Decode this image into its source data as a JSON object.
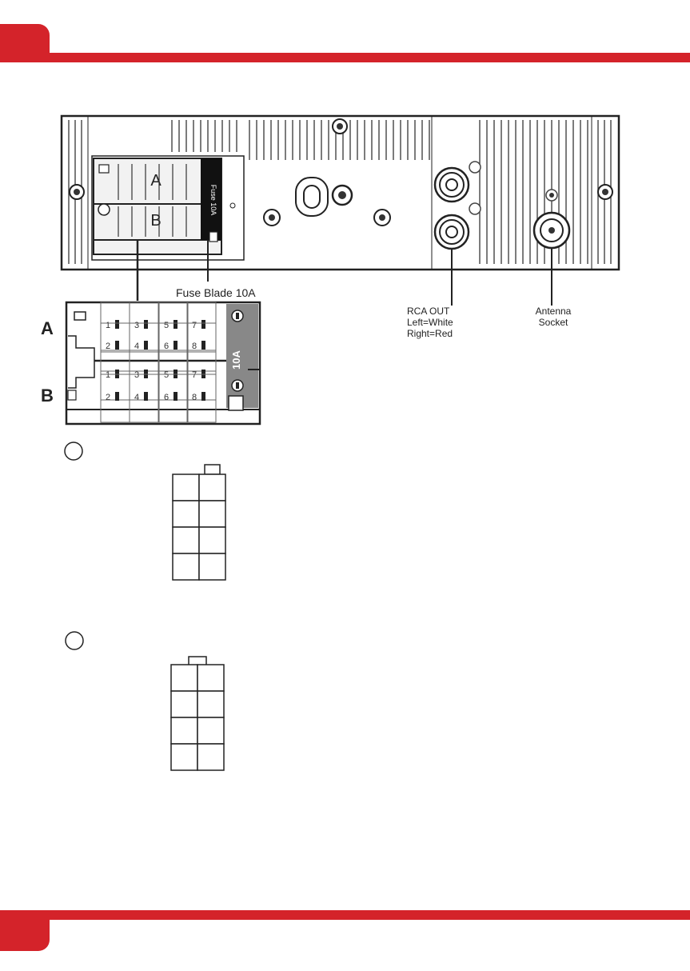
{
  "colors": {
    "brand_red": "#d4232a",
    "line": "#222222",
    "panel_fill": "#eeeeee"
  },
  "labels": {
    "fuse": "Fuse Blade 10A",
    "rca_line1": "RCA OUT",
    "rca_line2": "Left=White",
    "rca_line3": "Right=Red",
    "antenna_line1": "Antenna",
    "antenna_line2": "Socket",
    "connector_a": "A",
    "connector_b": "B",
    "block_a_small": "A",
    "block_b_small": "B",
    "fuse_vertical": "Fuse 10A",
    "fuse_10a": "10A"
  },
  "pins": {
    "a_top": [
      "1",
      "3",
      "5",
      "7"
    ],
    "a_bottom": [
      "2",
      "4",
      "6",
      "8"
    ],
    "b_top": [
      "1",
      "3",
      "5",
      "7"
    ],
    "b_bottom": [
      "2",
      "4",
      "6",
      "8"
    ]
  },
  "grids": {
    "upper": {
      "rows": 4,
      "cols": 2
    },
    "lower": {
      "rows": 4,
      "cols": 2
    }
  }
}
